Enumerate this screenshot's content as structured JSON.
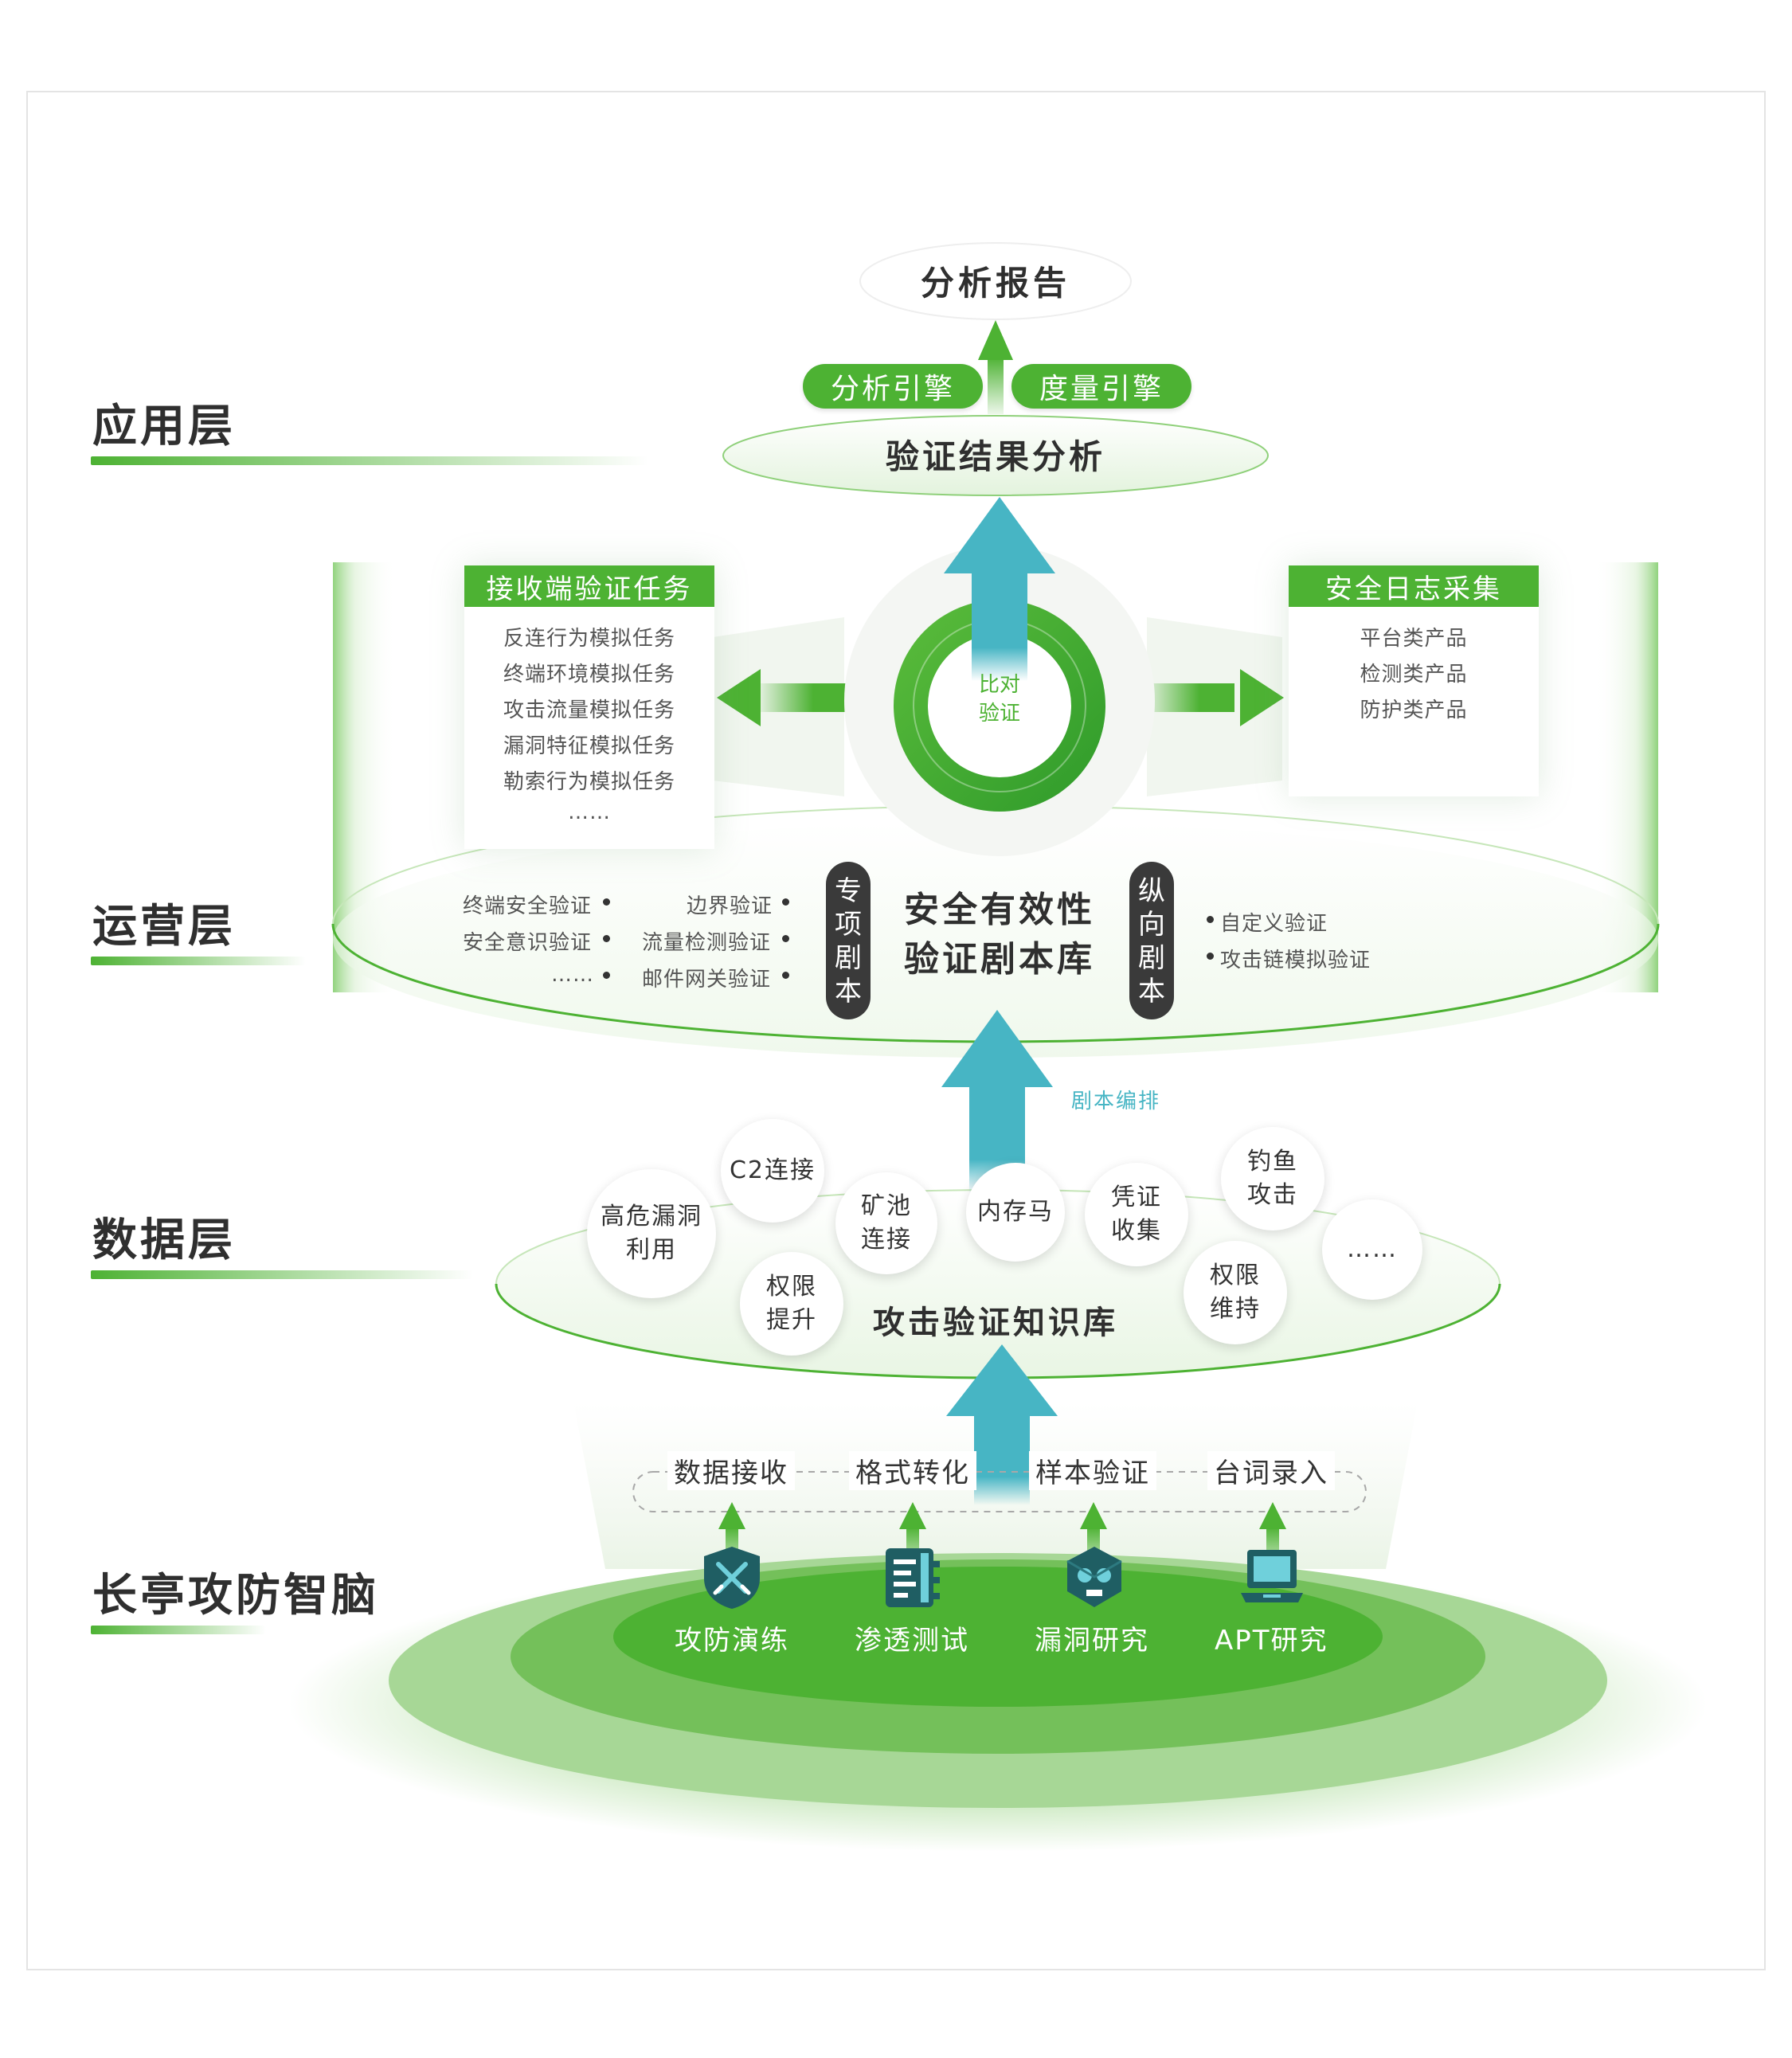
{
  "layers": {
    "app": "应用层",
    "ops": "运营层",
    "data": "数据层",
    "brain": "长亭攻防智脑"
  },
  "app_layer": {
    "report": "分析报告",
    "engine_left": "分析引擎",
    "engine_right": "度量引擎",
    "result": "验证结果分析"
  },
  "ops_layer": {
    "left_panel": {
      "title": "接收端验证任务",
      "items": [
        "反连行为模拟任务",
        "终端环境模拟任务",
        "攻击流量模拟任务",
        "漏洞特征模拟任务",
        "勒索行为模拟任务",
        "……"
      ]
    },
    "right_panel": {
      "title": "安全日志采集",
      "items": [
        "平台类产品",
        "检测类产品",
        "防护类产品"
      ]
    },
    "center": [
      "比对",
      "验证"
    ],
    "special_col1": [
      "终端安全验证",
      "安全意识验证",
      "……"
    ],
    "special_col2": [
      "边界验证",
      "流量检测验证",
      "邮件网关验证"
    ],
    "special_pill": "专项剧本",
    "library": [
      "安全有效性",
      "验证剧本库"
    ],
    "vertical_pill": "纵向剧本",
    "vertical_items": [
      "自定义验证",
      "攻击链模拟验证"
    ]
  },
  "data_layer": {
    "arrange_label": "剧本编排",
    "bubbles": [
      "C2连接",
      "高危漏洞\n利用",
      "矿池\n连接",
      "内存马",
      "凭证\n收集",
      "钓鱼\n攻击",
      "权限\n提升",
      "权限\n维持",
      "……"
    ],
    "library": "攻击验证知识库"
  },
  "brain_layer": {
    "processes": [
      "数据接收",
      "格式转化",
      "样本验证",
      "台词录入"
    ],
    "tools": [
      "攻防演练",
      "渗透测试",
      "漏洞研究",
      "APT研究"
    ],
    "icons": [
      "shield-swords-icon",
      "document-code-icon",
      "bug-skull-icon",
      "laptop-icon"
    ]
  },
  "colors": {
    "green": "#4db233",
    "teal": "#4fb8c6",
    "dark": "#3a3a3a"
  }
}
